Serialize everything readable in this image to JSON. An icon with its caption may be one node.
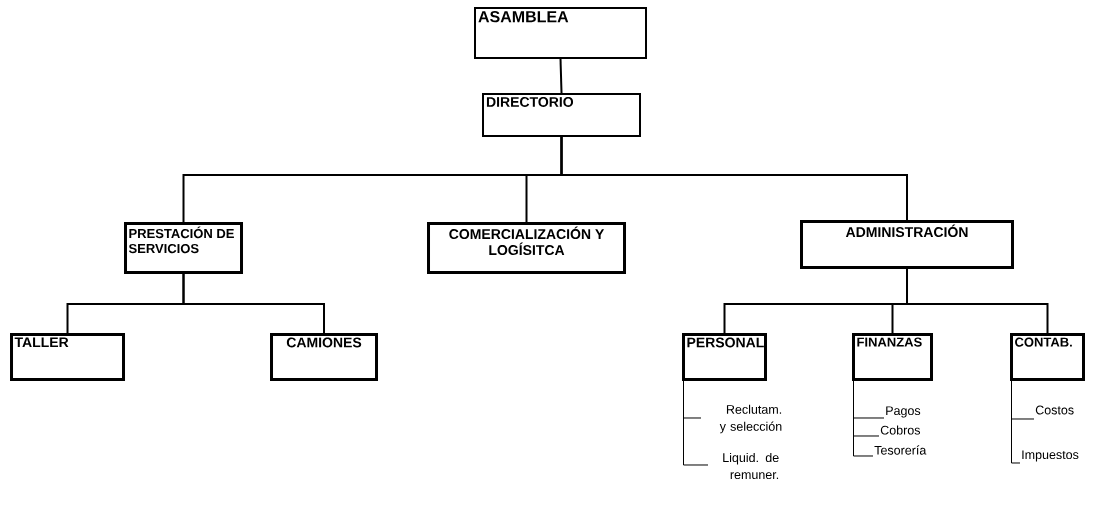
{
  "diagram": {
    "nodes": [
      {
        "text": [
          "ASAMBLEA"
        ]
      },
      {
        "text": [
          "DIRECTORIO"
        ]
      },
      {
        "text": [
          "PRESTACIÓN DE SERVICIOS"
        ]
      },
      {
        "text": [
          "COMERCIALIZACIÓN Y LOGÍSITCA"
        ]
      },
      {
        "text": [
          "ADMINISTRACIÓN"
        ]
      },
      {
        "text": [
          "TALLER"
        ]
      },
      {
        "text": [
          "CAMIONES"
        ]
      },
      {
        "text": [
          "PERSONAL"
        ]
      },
      {
        "text": [
          "FINANZAS"
        ]
      },
      {
        "text": [
          "CONTAB."
        ]
      },
      {
        "text": [
          "Reclutam. y selección"
        ]
      },
      {
        "text": [
          "Liquid. de remuner."
        ]
      },
      {
        "text": [
          "Pagos"
        ]
      },
      {
        "text": [
          "Cobros"
        ]
      },
      {
        "text": [
          "Tesorería"
        ]
      },
      {
        "text": [
          "Costos"
        ]
      },
      {
        "text": [
          "Impuestos"
        ]
      }
    ],
    "edges": [
      {
        "from": 0,
        "to": 1,
        "arrow": "none"
      },
      {
        "from": 1,
        "to": 2,
        "arrow": "none"
      },
      {
        "from": 1,
        "to": 3,
        "arrow": "none"
      },
      {
        "from": 1,
        "to": 4,
        "arrow": "none"
      },
      {
        "from": 2,
        "to": 5,
        "arrow": "none"
      },
      {
        "from": 2,
        "to": 6,
        "arrow": "none"
      },
      {
        "from": 4,
        "to": 7,
        "arrow": "none"
      },
      {
        "from": 4,
        "to": 8,
        "arrow": "none"
      },
      {
        "from": 4,
        "to": 9,
        "arrow": "none"
      },
      {
        "from": 7,
        "to": 10,
        "arrow": "none"
      },
      {
        "from": 7,
        "to": 11,
        "arrow": "none"
      },
      {
        "from": 8,
        "to": 12,
        "arrow": "none"
      },
      {
        "from": 8,
        "to": 13,
        "arrow": "none"
      },
      {
        "from": 8,
        "to": 14,
        "arrow": "none"
      },
      {
        "from": 9,
        "to": 15,
        "arrow": "none"
      },
      {
        "from": 9,
        "to": 16,
        "arrow": "none"
      }
    ]
  }
}
